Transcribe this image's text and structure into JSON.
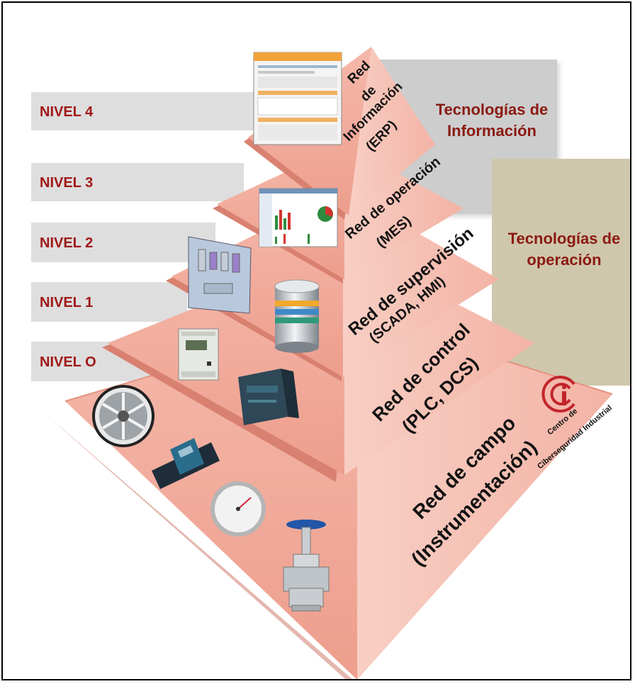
{
  "colors": {
    "level_text": "#a01818",
    "tech_text": "#8b1a12",
    "band_gray": "#dedede",
    "it_panel": "#cdcdcd",
    "ot_panel": "#cfc7ab",
    "pyramid_front": "#f0aa9c",
    "pyramid_right": "#f7c6bb",
    "pyramid_shadow": "#c9705f"
  },
  "levels": [
    "NIVEL 4",
    "NIVEL 3",
    "NIVEL 2",
    "NIVEL 1",
    "NIVEL O"
  ],
  "technologies": {
    "it": "Tecnologías de Información",
    "ot": "Tecnologías de operación"
  },
  "tiers": {
    "erp": [
      "Red",
      "de",
      "Información",
      "(ERP)"
    ],
    "mes": [
      "Red de operación",
      "(MES)"
    ],
    "scada": [
      "Red de supervisión",
      "(SCADA, HMI)"
    ],
    "control": [
      "Red de control",
      "(PLC, DCS)"
    ],
    "field": [
      "Red de campo",
      "(Instrumentación)"
    ]
  },
  "logo": {
    "lines": [
      "Centro de",
      "Ciberseguridad Industrial"
    ]
  },
  "devices": [
    "erp-screenshot",
    "mes-dashboard",
    "scada-hmi-panel",
    "database-icon",
    "plc-small",
    "plc-siemens",
    "industrial-fan",
    "flow-meter",
    "pressure-gauge",
    "control-valve"
  ]
}
